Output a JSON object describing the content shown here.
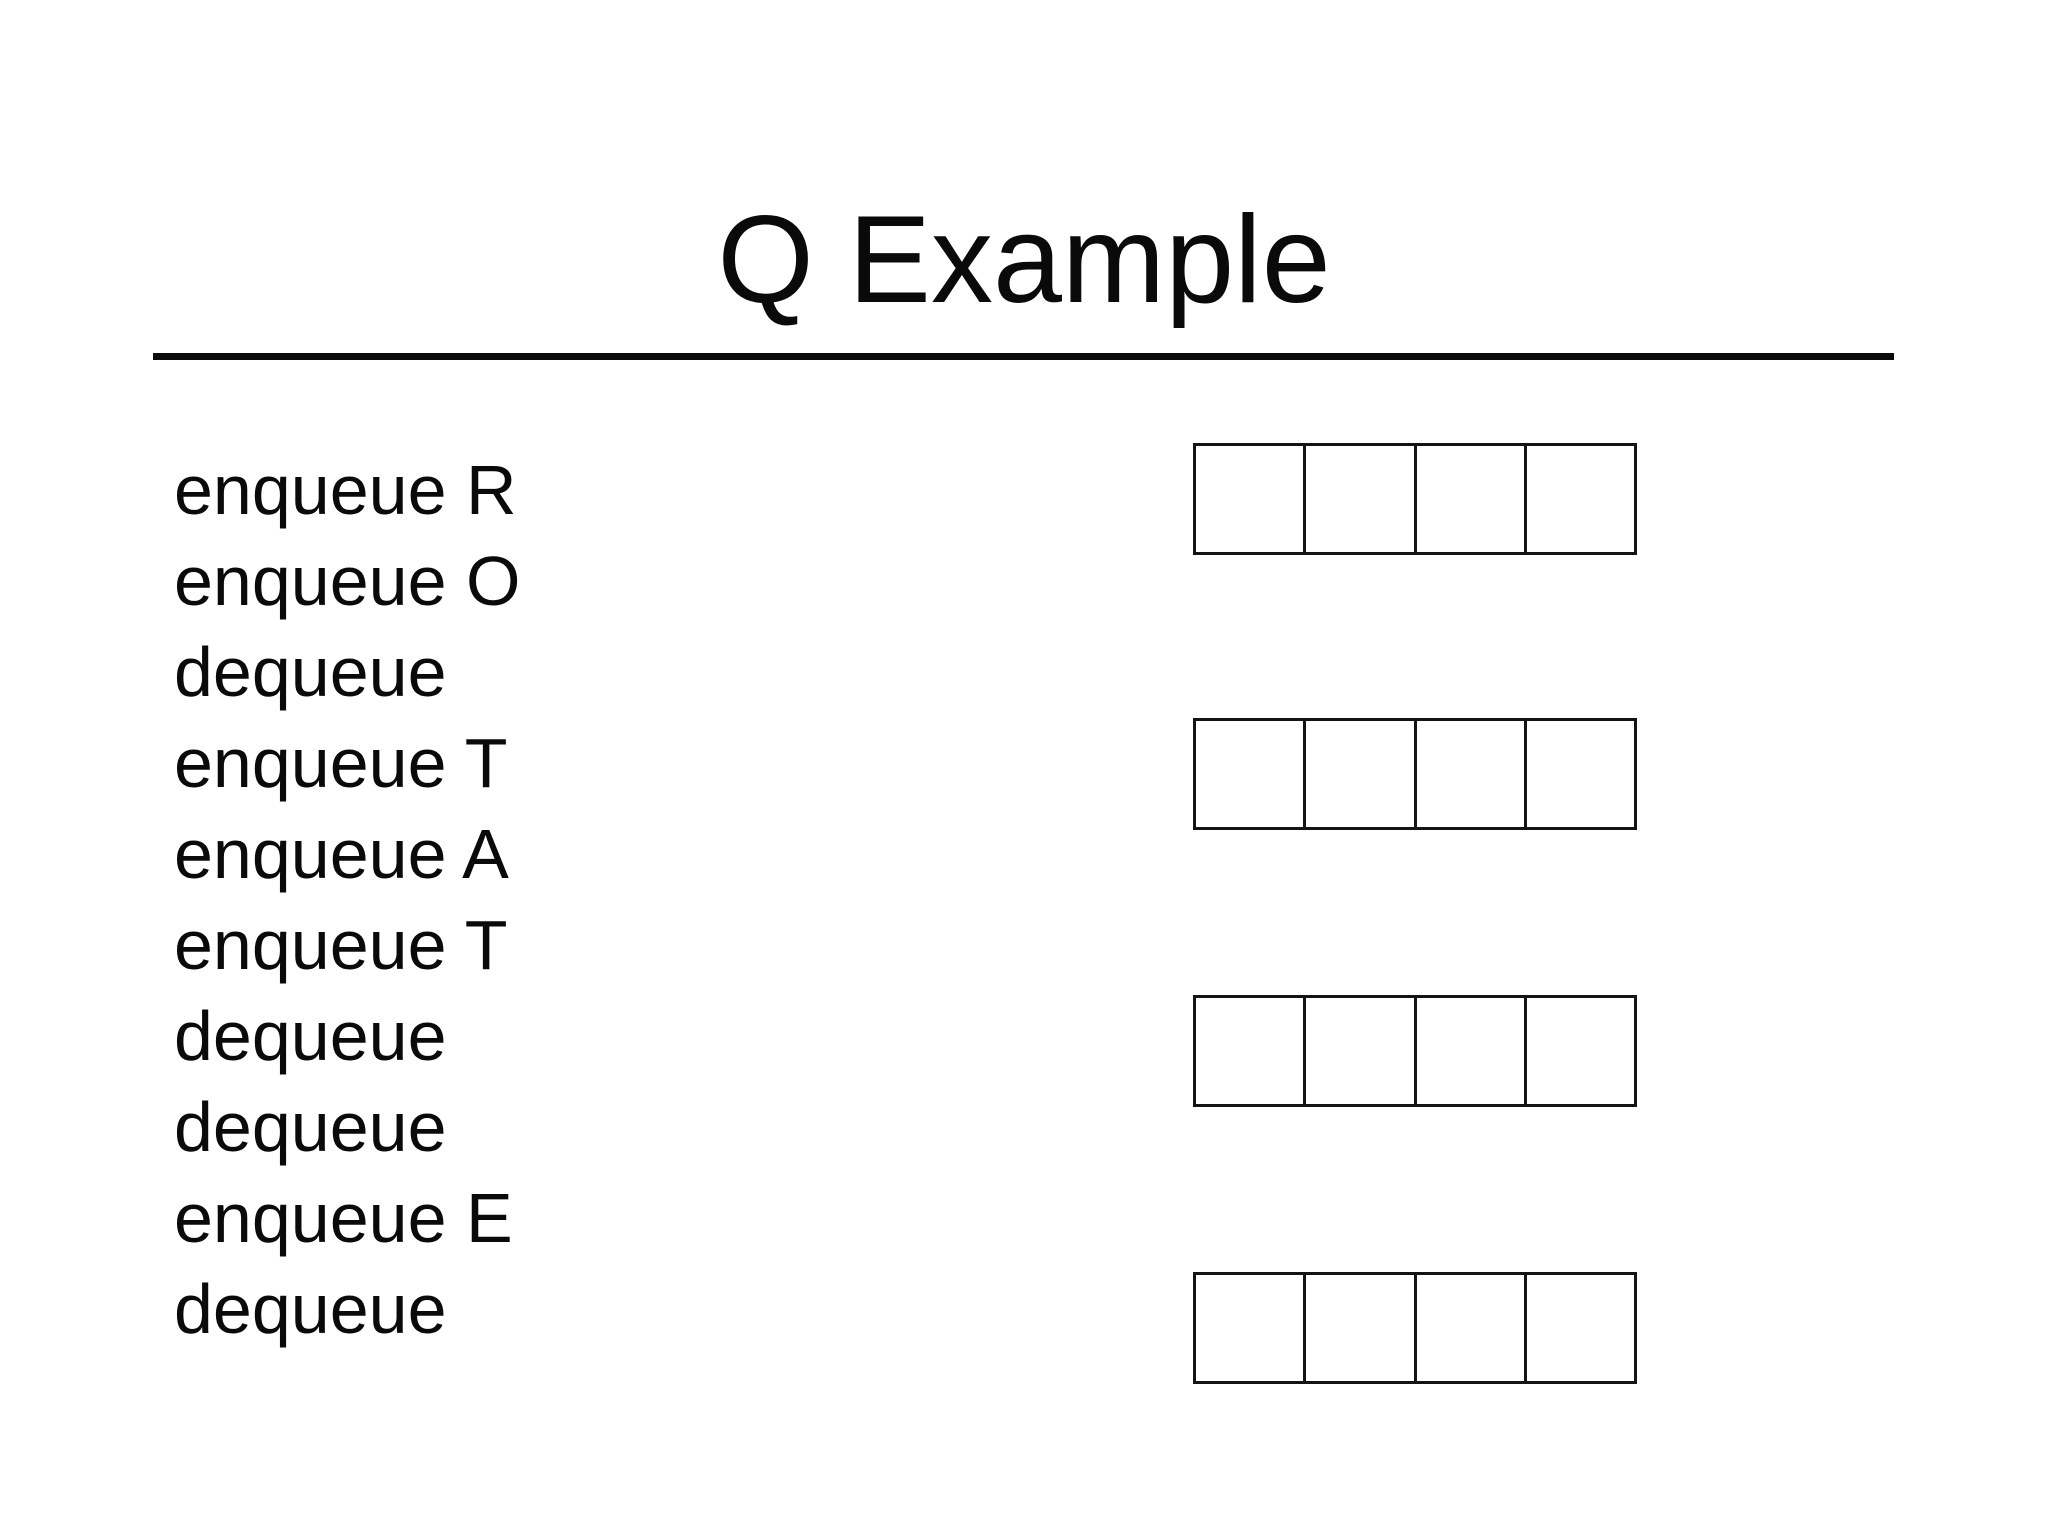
{
  "slide": {
    "title": "Q Example",
    "background_color": "#ffffff",
    "text_color": "#0a0a0a",
    "underline_color": "#0a0a0a",
    "box_border_color": "#141414"
  },
  "operations": [
    "enqueue R",
    "enqueue O",
    "dequeue",
    "enqueue T",
    "enqueue A",
    "enqueue T",
    "dequeue",
    "dequeue",
    "enqueue E",
    "dequeue"
  ],
  "queues": {
    "cells_per_row": 4,
    "rows": [
      {
        "cells": [
          "",
          "",
          "",
          ""
        ]
      },
      {
        "cells": [
          "",
          "",
          "",
          ""
        ]
      },
      {
        "cells": [
          "",
          "",
          "",
          ""
        ]
      },
      {
        "cells": [
          "",
          "",
          "",
          ""
        ]
      }
    ]
  }
}
